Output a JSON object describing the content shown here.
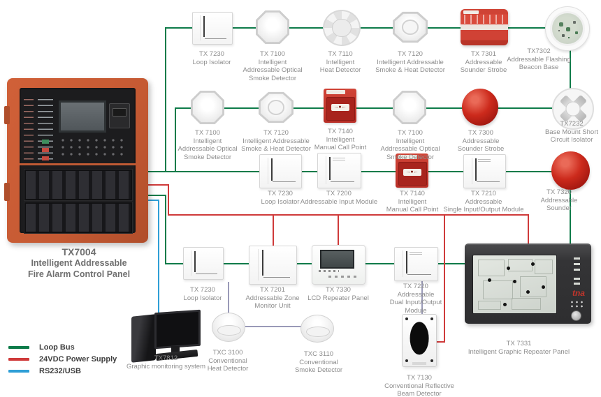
{
  "legend": {
    "items": [
      {
        "label": "Loop Bus",
        "color": "#0d7b49"
      },
      {
        "label": "24VDC Power Supply",
        "color": "#cf3a3a"
      },
      {
        "label": "RS232/USB",
        "color": "#2f9fd6"
      }
    ]
  },
  "panel": {
    "model": "TX7004",
    "lines": [
      "Intelligent Addressable",
      "Fire Alarm Control Panel"
    ]
  },
  "devices": [
    {
      "lines": [
        "TX 7230",
        "Loop Isolator"
      ]
    },
    {
      "lines": [
        "TX 7100",
        "Intelligent",
        "Addressable Optical",
        "Smoke Detector"
      ]
    },
    {
      "lines": [
        "TX 7110",
        "Intelligent",
        "Heat Detector"
      ]
    },
    {
      "lines": [
        "TX 7120",
        "Intelligent Addressable",
        "Smoke & Heat Detector"
      ]
    },
    {
      "lines": [
        "TX 7301",
        "Addressable",
        "Sounder Strobe"
      ]
    },
    {
      "lines": [
        "TX7302",
        "Addressable Flashing",
        "Beacon Base"
      ]
    },
    {
      "lines": [
        "TX 7100",
        "Intelligent",
        "Addressable Optical",
        "Smoke Detector"
      ]
    },
    {
      "lines": [
        "TX 7120",
        "Intelligent Addressable",
        "Smoke & Heat Detector"
      ]
    },
    {
      "lines": [
        "TX 7140",
        "Intelligent",
        "Manual Call Point"
      ]
    },
    {
      "lines": [
        "TX 7100",
        "Intelligent",
        "Addressable Optical",
        "Smoke Detector"
      ]
    },
    {
      "lines": [
        "TX 7300",
        "Addressable",
        "Sounder Strobe"
      ]
    },
    {
      "lines": [
        "TX7232",
        "Base Mount Short",
        "Circuit Isolator"
      ]
    },
    {
      "lines": [
        "TX 7230",
        "Loop Isolator"
      ]
    },
    {
      "lines": [
        "TX 7200",
        "Addressable Input Module"
      ]
    },
    {
      "lines": [
        "TX 7140",
        "Intelligent",
        "Manual Call Point"
      ]
    },
    {
      "lines": [
        "TX 7210",
        "Addressable",
        "Single Input/Output Module"
      ]
    },
    {
      "lines": [
        "TX 7320",
        "Addressable",
        "Sounder"
      ]
    },
    {
      "lines": [
        "TX 7230",
        "Loop Isolator"
      ]
    },
    {
      "lines": [
        "TX 7201",
        "Addressable Zone",
        "Monitor Unit"
      ]
    },
    {
      "lines": [
        "TX 7330",
        "LCD Repeater Panel"
      ]
    },
    {
      "lines": [
        "TX 7220",
        "Addressable",
        "Dual Input/Output",
        "Module"
      ]
    },
    {
      "lines": [
        "TX 7331",
        "Intelligent Graphic Repeater Panel"
      ]
    },
    {
      "lines": [
        "TX7812",
        "Graphic monitoring system"
      ]
    },
    {
      "lines": [
        "TXC 3100",
        "Conventional",
        "Heat Detector"
      ]
    },
    {
      "lines": [
        "TXC 3110",
        "Conventional",
        "Smoke Detector"
      ]
    },
    {
      "lines": [
        "TX 7130",
        "Conventional Reflective",
        "Beam Detector"
      ]
    }
  ],
  "logos": {
    "tx7331": "tna"
  },
  "icons": {
    "callpoint_marks": "→●←"
  }
}
